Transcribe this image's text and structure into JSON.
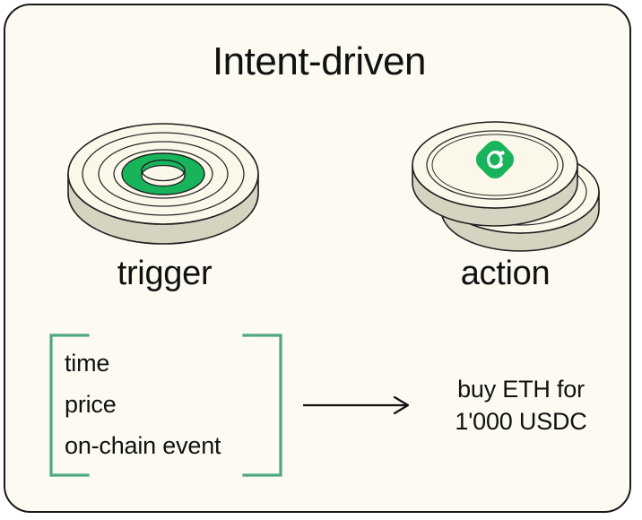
{
  "card": {
    "background_color": "#FDFAF1",
    "border_color": "#1a1a1a",
    "title": "Intent-driven"
  },
  "accent": {
    "green": "#19B35C",
    "green_dark": "#0F8F46",
    "bracket_green": "#4FA882",
    "coin_face": "#FBF8EA",
    "coin_edge": "#D6D3C0",
    "ink": "#111111"
  },
  "trigger": {
    "icon_name": "target-rings-coin",
    "label": "trigger",
    "bracket_items": [
      "time",
      "price",
      "on-chain event"
    ]
  },
  "action": {
    "icon_name": "stacked-coins-logo",
    "label": "action",
    "logo_name": "swirl-diamond-logo",
    "text_lines": [
      "buy ETH for",
      "1'000 USDC"
    ]
  },
  "flow": {
    "arrow_name": "right-arrow",
    "arrow_direction": "right"
  }
}
